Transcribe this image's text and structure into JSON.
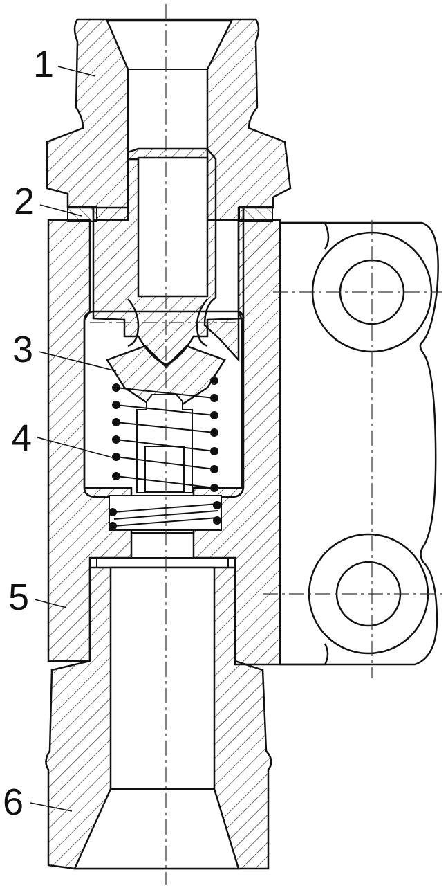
{
  "callouts": [
    {
      "id": "1",
      "text": "1"
    },
    {
      "id": "2",
      "text": "2"
    },
    {
      "id": "3",
      "text": "3"
    },
    {
      "id": "4",
      "text": "4"
    },
    {
      "id": "5",
      "text": "5"
    },
    {
      "id": "6",
      "text": "6"
    }
  ],
  "colors": {
    "ink": "#111111",
    "paper": "#ffffff",
    "hatch": "#222222"
  }
}
